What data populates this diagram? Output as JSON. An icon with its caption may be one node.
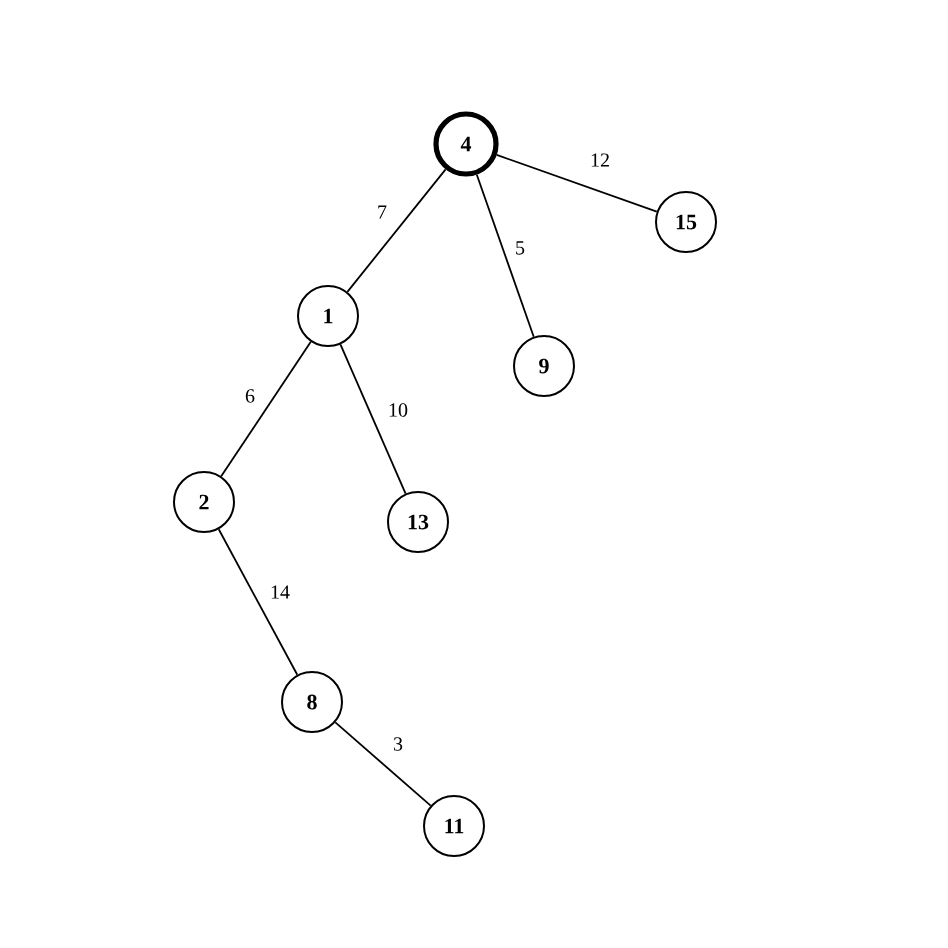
{
  "diagram": {
    "nodes": [
      {
        "text": [
          "4"
        ]
      },
      {
        "text": [
          "1"
        ]
      },
      {
        "text": [
          "9"
        ]
      },
      {
        "text": [
          "15"
        ]
      },
      {
        "text": [
          "2"
        ]
      },
      {
        "text": [
          "13"
        ]
      },
      {
        "text": [
          "8"
        ]
      },
      {
        "text": [
          "11"
        ]
      }
    ],
    "edges": [
      {
        "from": 0,
        "to": 3,
        "arrow": "none",
        "label": "12"
      },
      {
        "from": 0,
        "to": 1,
        "arrow": "none",
        "label": "7"
      },
      {
        "from": 0,
        "to": 2,
        "arrow": "none",
        "label": "5"
      },
      {
        "from": 1,
        "to": 4,
        "arrow": "none",
        "label": "6"
      },
      {
        "from": 1,
        "to": 5,
        "arrow": "none",
        "label": "10"
      },
      {
        "from": 4,
        "to": 6,
        "arrow": "none",
        "label": "14"
      },
      {
        "from": 6,
        "to": 7,
        "arrow": "none",
        "label": "3"
      }
    ]
  }
}
